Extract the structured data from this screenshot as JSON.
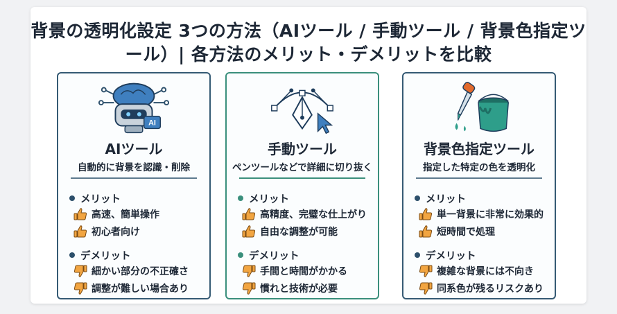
{
  "title": "背景の透明化設定 3つの方法（AIツール / 手動ツール / 背景色指定ツール）| 各方法のメリット・デメリットを比較",
  "cards": [
    {
      "icon": "ai-robot-icon",
      "title": "AIツール",
      "subtitle": "自動的に背景を認識・削除",
      "merit_label": "メリット",
      "merits": [
        "高速、簡単操作",
        "初心者向け"
      ],
      "demerit_label": "デメリット",
      "demerits": [
        "細かい部分の不正確さ",
        "調整が難しい場合あり"
      ]
    },
    {
      "icon": "pen-tool-icon",
      "title": "手動ツール",
      "subtitle": "ペンツールなどで詳細に切り抜く",
      "merit_label": "メリット",
      "merits": [
        "高精度、完璧な仕上がり",
        "自由な調整が可能"
      ],
      "demerit_label": "デメリット",
      "demerits": [
        "手間と時間がかかる",
        "慣れと技術が必要"
      ]
    },
    {
      "icon": "eyedropper-paint-bucket-icon",
      "title": "背景色指定ツール",
      "subtitle": "指定した特定の色を透明化",
      "merit_label": "メリット",
      "merits": [
        "単一背景に非常に効果的",
        "短時間で処理"
      ],
      "demerit_label": "デメリット",
      "demerits": [
        "複雑な背景には不向き",
        "同系色が残るリスクあり"
      ]
    }
  ],
  "colors": {
    "thumb": "#f2a541",
    "thumb_outline": "#7a4a12",
    "card_border": "#355a74",
    "card_border_middle": "#3a8f7c"
  }
}
